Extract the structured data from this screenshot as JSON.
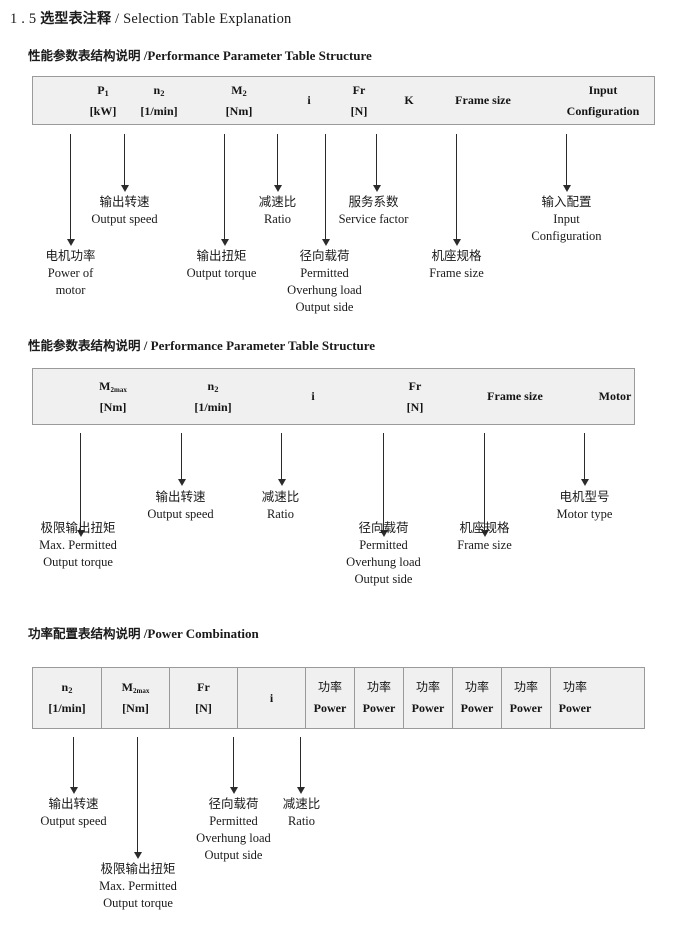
{
  "doc": {
    "title_number": "1 . 5",
    "title_cn": "选型表注释",
    "title_sep": "/",
    "title_en": "Selection Table Explanation"
  },
  "sections": [
    {
      "heading_cn": "性能参数表结构说明",
      "heading_sep": "/",
      "heading_en": "Performance Parameter Table Structure",
      "table": {
        "divided": false,
        "columns": [
          {
            "line1": "P₁",
            "line2": "[kW]"
          },
          {
            "line1": "n₂",
            "line2": "[1/min]"
          },
          {
            "line1": "M₂",
            "line2": "[Nm]"
          },
          {
            "line1": "i",
            "line2": ""
          },
          {
            "line1": "Fr",
            "line2": "[N]"
          },
          {
            "line1": "K",
            "line2": ""
          },
          {
            "line1": "Frame size",
            "line2": ""
          },
          {
            "line1": "Input",
            "line2": "Configuration"
          }
        ]
      },
      "callouts": [
        {
          "cn": "电机功率",
          "en": [
            "Power of",
            "motor"
          ]
        },
        {
          "cn": "输出转速",
          "en": [
            "Output speed"
          ]
        },
        {
          "cn": "输出扭矩",
          "en": [
            "Output torque"
          ]
        },
        {
          "cn": "减速比",
          "en": [
            "Ratio"
          ]
        },
        {
          "cn": "径向载荷",
          "en": [
            "Permitted",
            "Overhung load",
            "Output side"
          ]
        },
        {
          "cn": "服务系数",
          "en": [
            "Service factor"
          ]
        },
        {
          "cn": "机座规格",
          "en": [
            "Frame size"
          ]
        },
        {
          "cn": "输入配置",
          "en": [
            "Input",
            "Configuration"
          ]
        }
      ]
    },
    {
      "heading_cn": "性能参数表结构说明",
      "heading_sep": "/",
      "heading_en": "Performance Parameter Table Structure",
      "table": {
        "divided": false,
        "columns": [
          {
            "line1": "M₂max",
            "line2": "[Nm]"
          },
          {
            "line1": "n₂",
            "line2": "[1/min]"
          },
          {
            "line1": "i",
            "line2": ""
          },
          {
            "line1": "Fr",
            "line2": "[N]"
          },
          {
            "line1": "Frame size",
            "line2": ""
          },
          {
            "line1": "Motor",
            "line2": ""
          }
        ]
      },
      "callouts": [
        {
          "cn": "极限输出扭矩",
          "en": [
            "Max. Permitted",
            "Output  torque"
          ]
        },
        {
          "cn": "输出转速",
          "en": [
            "Output speed"
          ]
        },
        {
          "cn": "减速比",
          "en": [
            "Ratio"
          ]
        },
        {
          "cn": "径向载荷",
          "en": [
            "Permitted",
            "Overhung load",
            "Output side"
          ]
        },
        {
          "cn": "机座规格",
          "en": [
            "Frame size"
          ]
        },
        {
          "cn": "电机型号",
          "en": [
            "Motor type"
          ]
        }
      ]
    },
    {
      "heading_cn": "功率配置表结构说明",
      "heading_sep": "/",
      "heading_en": "Power Combination",
      "table": {
        "divided": true,
        "columns": [
          {
            "line1": "n₂",
            "line2": "[1/min]"
          },
          {
            "line1": "M₂max",
            "line2": "[Nm]"
          },
          {
            "line1": "Fr",
            "line2": "[N]"
          },
          {
            "line1": "i",
            "line2": ""
          },
          {
            "line1": "功率",
            "line2": "Power"
          },
          {
            "line1": "功率",
            "line2": "Power"
          },
          {
            "line1": "功率",
            "line2": "Power"
          },
          {
            "line1": "功率",
            "line2": "Power"
          },
          {
            "line1": "功率",
            "line2": "Power"
          },
          {
            "line1": "功率",
            "line2": "Power"
          }
        ]
      },
      "callouts": [
        {
          "cn": "输出转速",
          "en": [
            "Output speed"
          ]
        },
        {
          "cn": "极限输出扭矩",
          "en": [
            "Max. Permitted",
            "Output  torque"
          ]
        },
        {
          "cn": "径向载荷",
          "en": [
            "Permitted",
            "Overhung load",
            "Output side"
          ]
        },
        {
          "cn": "减速比",
          "en": [
            "Ratio"
          ]
        }
      ]
    }
  ],
  "colors": {
    "table_fill": "#eff0ef",
    "table_border": "#9a9a9a",
    "arrow": "#2b2b2b",
    "text": "#1a1a1a"
  }
}
